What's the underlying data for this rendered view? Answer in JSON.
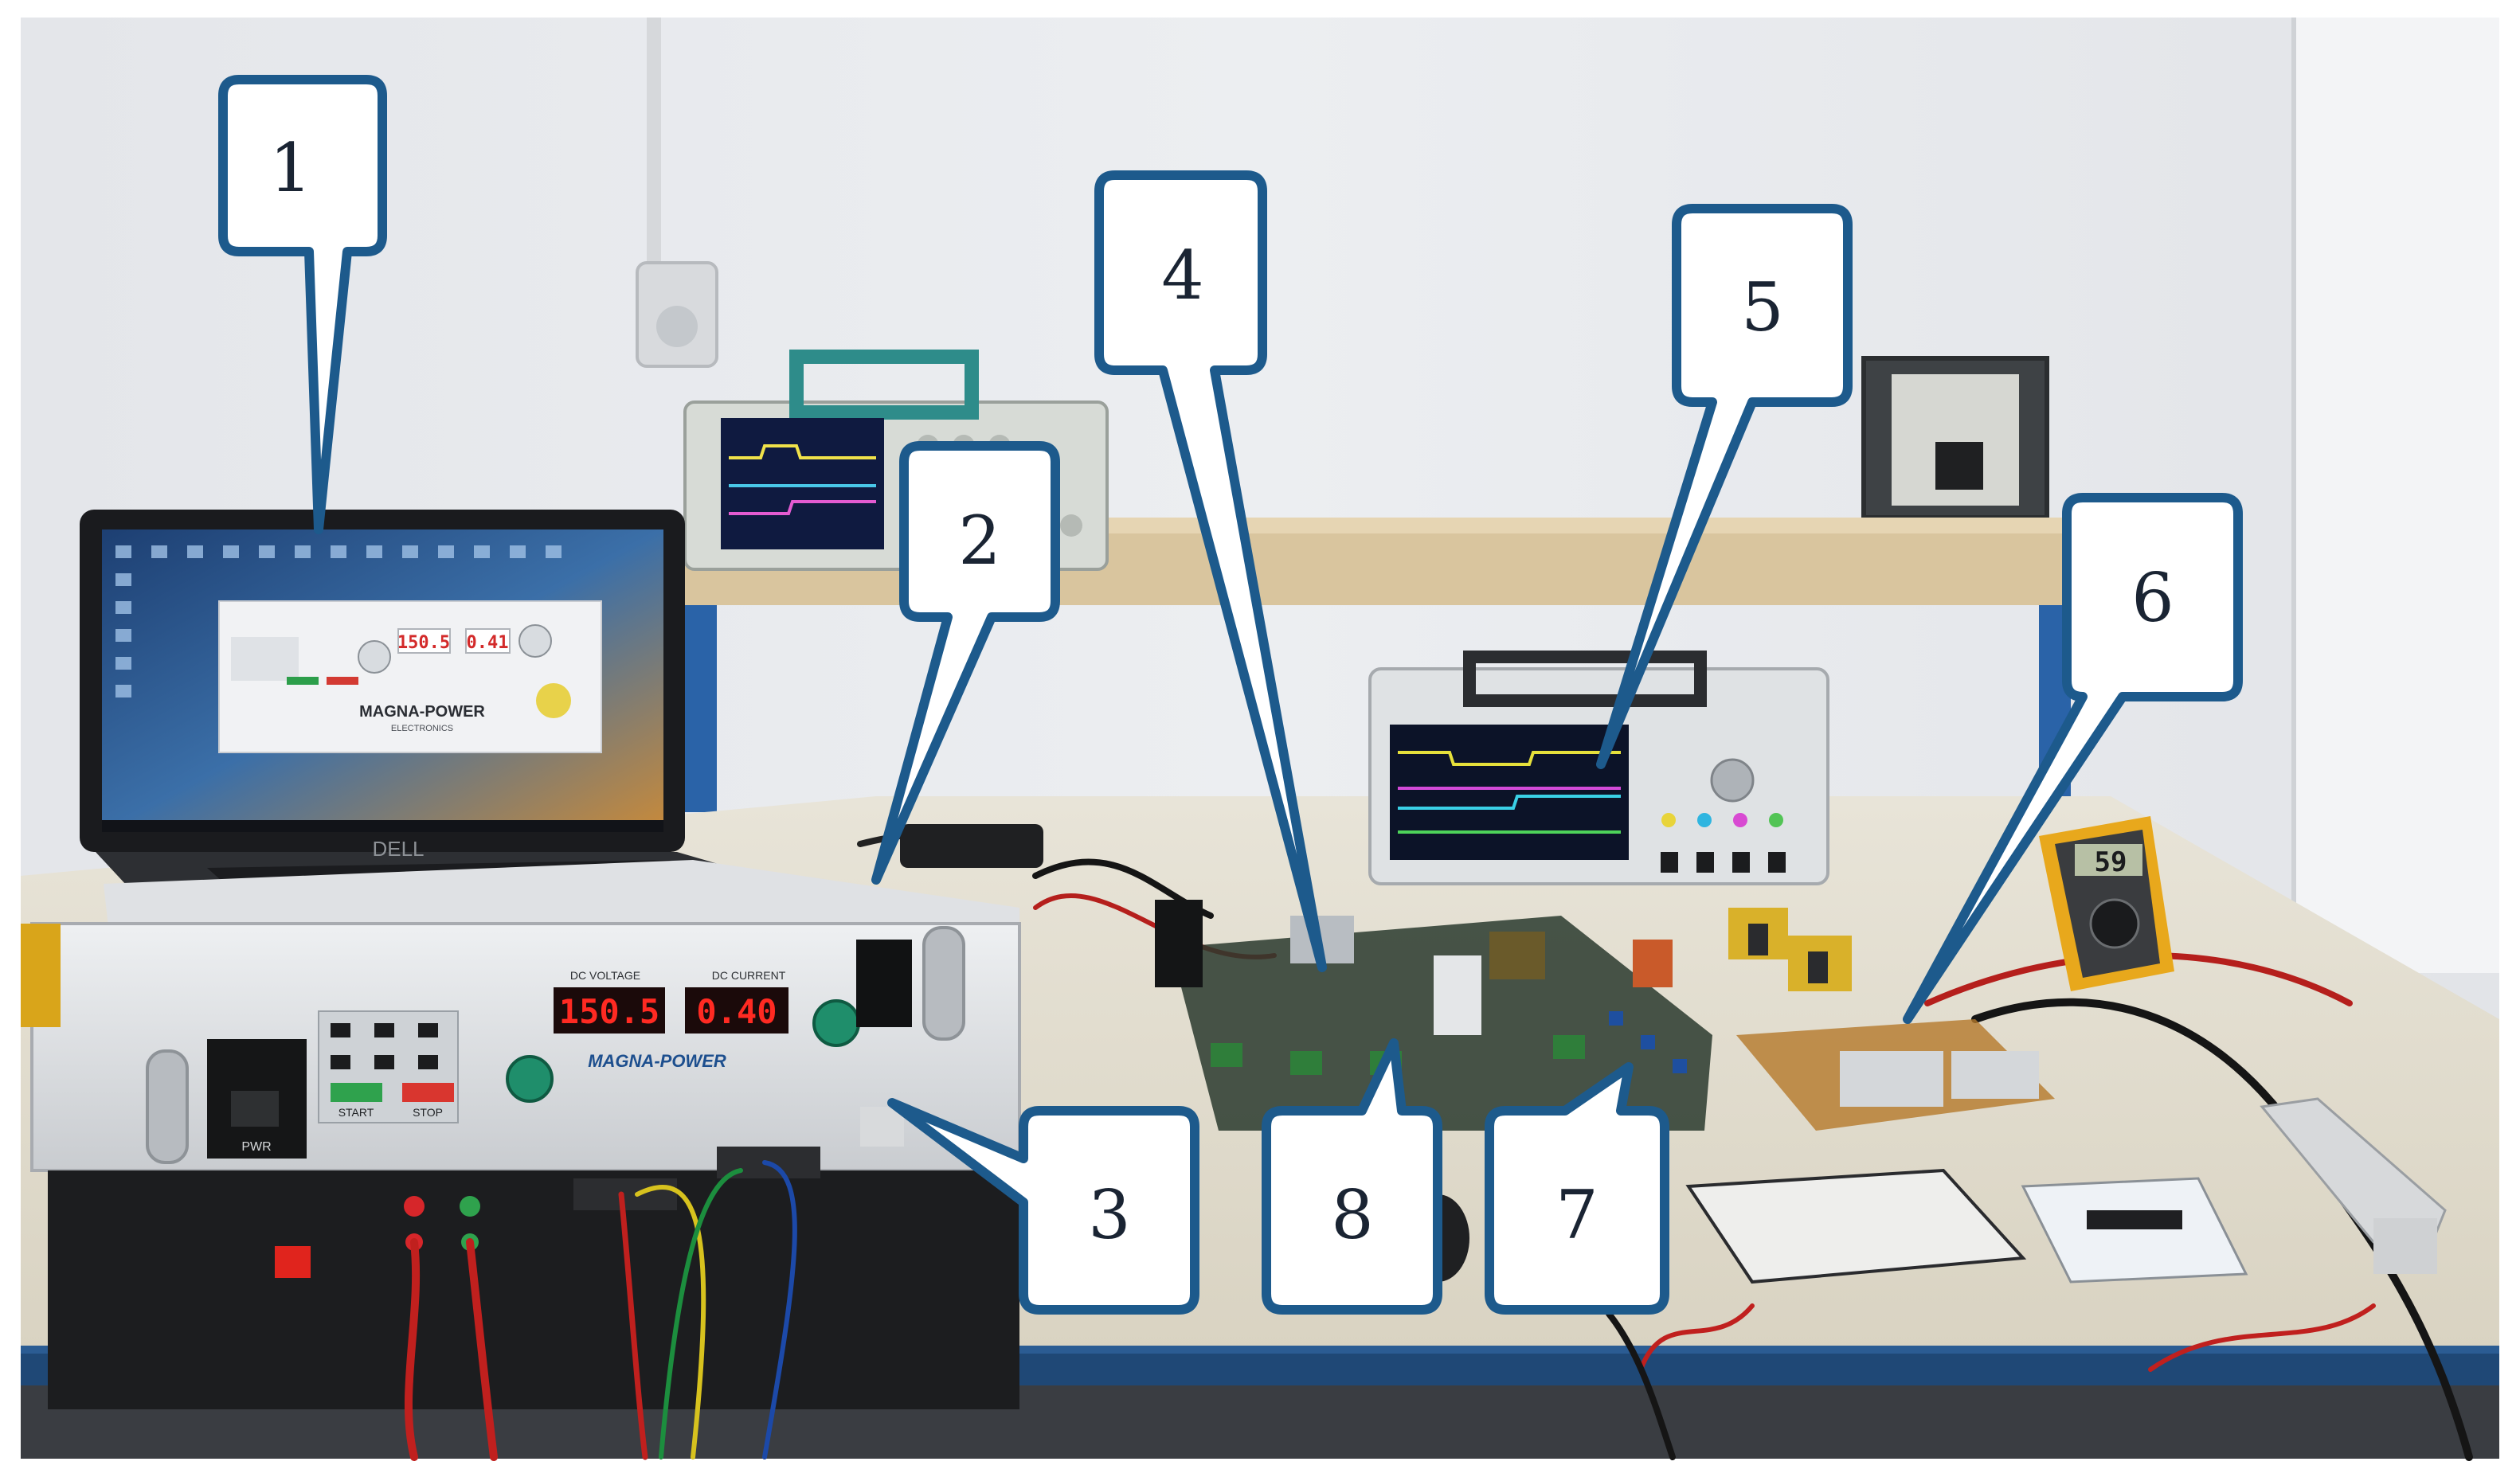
{
  "photo": {
    "frame_color": "#000000",
    "callout_border_color": "#1d5a8c",
    "callout_fill_color": "#ffffff"
  },
  "callouts": [
    {
      "id": "1",
      "label": "1"
    },
    {
      "id": "2",
      "label": "2"
    },
    {
      "id": "3",
      "label": "3"
    },
    {
      "id": "4",
      "label": "4"
    },
    {
      "id": "5",
      "label": "5"
    },
    {
      "id": "6",
      "label": "6"
    },
    {
      "id": "7",
      "label": "7"
    },
    {
      "id": "8",
      "label": "8"
    }
  ],
  "laptop": {
    "brand": "DELL",
    "app_title": "MAGNA-POWER",
    "app_subtitle": "ELECTRONICS",
    "voltage_reading": "150.5",
    "current_reading": "0.41"
  },
  "power_supply": {
    "brand": "MAGNA-POWER",
    "voltage_display": "150.5",
    "current_display": "0.40",
    "voltage_header": "DC VOLTAGE",
    "current_header": "DC CURRENT",
    "start_label": "START",
    "stop_label": "STOP",
    "pwr_label": "PWR"
  },
  "multimeter": {
    "reading": "59"
  }
}
